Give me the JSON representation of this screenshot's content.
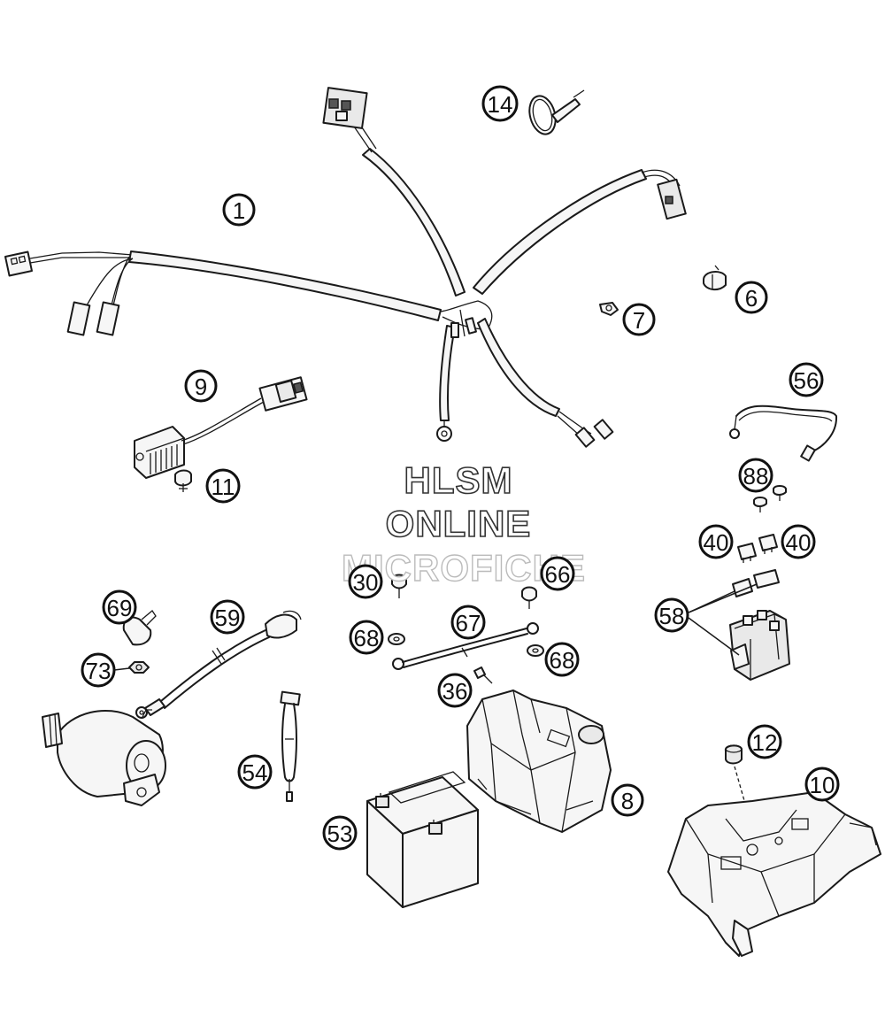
{
  "watermark": {
    "line1": "HLSM",
    "line2": "ONLINE",
    "line3": "MICROFICHE"
  },
  "callouts": {
    "c1": "1",
    "c6": "6",
    "c7": "7",
    "c8": "8",
    "c9": "9",
    "c10": "10",
    "c11": "11",
    "c12": "12",
    "c14": "14",
    "c30": "30",
    "c36": "36",
    "c40a": "40",
    "c40b": "40",
    "c53": "53",
    "c54": "54",
    "c56": "56",
    "c58": "58",
    "c59": "59",
    "c66": "66",
    "c67": "67",
    "c68a": "68",
    "c68b": "68",
    "c69": "69",
    "c73": "73",
    "c88": "88"
  }
}
